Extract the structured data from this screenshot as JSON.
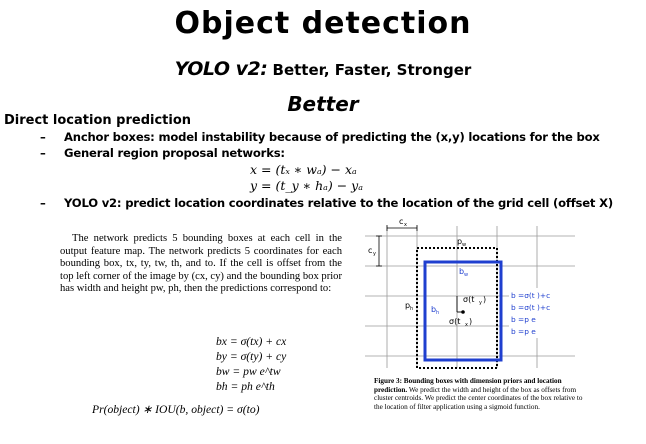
{
  "slide": {
    "title": "Object detection",
    "subtitle_model": "YOLO v2:",
    "subtitle_rest": " Better, Faster, Stronger",
    "section": "Better",
    "heading": "Direct location prediction",
    "bullets": [
      "Anchor boxes: model instability because of predicting the (x,y) locations for the box",
      "General region proposal networks:",
      "YOLO v2: predict location coordinates relative to the location of the grid cell (offset X)"
    ],
    "bullet_dash": "–",
    "equations": [
      "x = (tₓ ∗ wₐ) − xₐ",
      "y = (t_y ∗ hₐ) − yₐ"
    ]
  },
  "paper": {
    "paragraph": "The network predicts 5 bounding boxes at each cell in the output feature map. The network predicts 5 coordinates for each bounding box, tx, ty, tw, th, and to. If the cell is offset from the top left corner of the image by (cx, cy) and the bounding box prior has width and height pw, ph, then the predictions correspond to:",
    "formulas": [
      "bx = σ(tx) + cx",
      "by = σ(ty) + cy",
      "bw = pw e^tw",
      "bh = ph e^th",
      "Pr(object) ∗ IOU(b, object) = σ(to)"
    ]
  },
  "figure": {
    "labels": {
      "cx": "c",
      "cy": "c",
      "pw": "p",
      "ph": "p",
      "bw": "b",
      "bh": "b",
      "sig_ty": "σ(t",
      "sig_tx": "σ(t"
    },
    "right_equations": [
      "b =σ(t )+c",
      "b =σ(t )+c",
      "b =p e",
      "b =p e"
    ],
    "colors": {
      "box": "#1f3fcf",
      "label_blue": "#1f3fcf",
      "grid": "#9a9a9a"
    },
    "caption_bold": "Figure 3: Bounding boxes with dimension priors and location prediction.",
    "caption_rest": " We predict the width and height of the box as offsets from cluster centroids. We predict the center coordinates of the box relative to the location of filter application using a sigmoid function."
  }
}
